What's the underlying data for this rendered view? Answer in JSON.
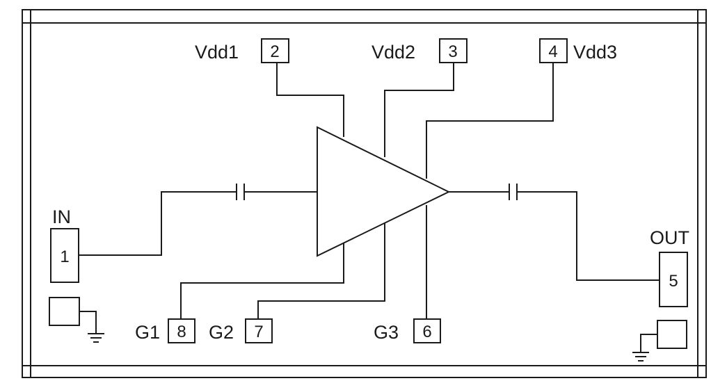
{
  "colors": {
    "stroke": "#1a1a1a",
    "background": "#ffffff"
  },
  "pins": {
    "p1": {
      "number": "1",
      "label": "IN"
    },
    "p2": {
      "number": "2",
      "label": "Vdd1"
    },
    "p3": {
      "number": "3",
      "label": "Vdd2"
    },
    "p4": {
      "number": "4",
      "label": "Vdd3"
    },
    "p5": {
      "number": "5",
      "label": "OUT"
    },
    "p6": {
      "number": "6",
      "label": "G3"
    },
    "p7": {
      "number": "7",
      "label": "G2"
    },
    "p8": {
      "number": "8",
      "label": "G1"
    }
  }
}
